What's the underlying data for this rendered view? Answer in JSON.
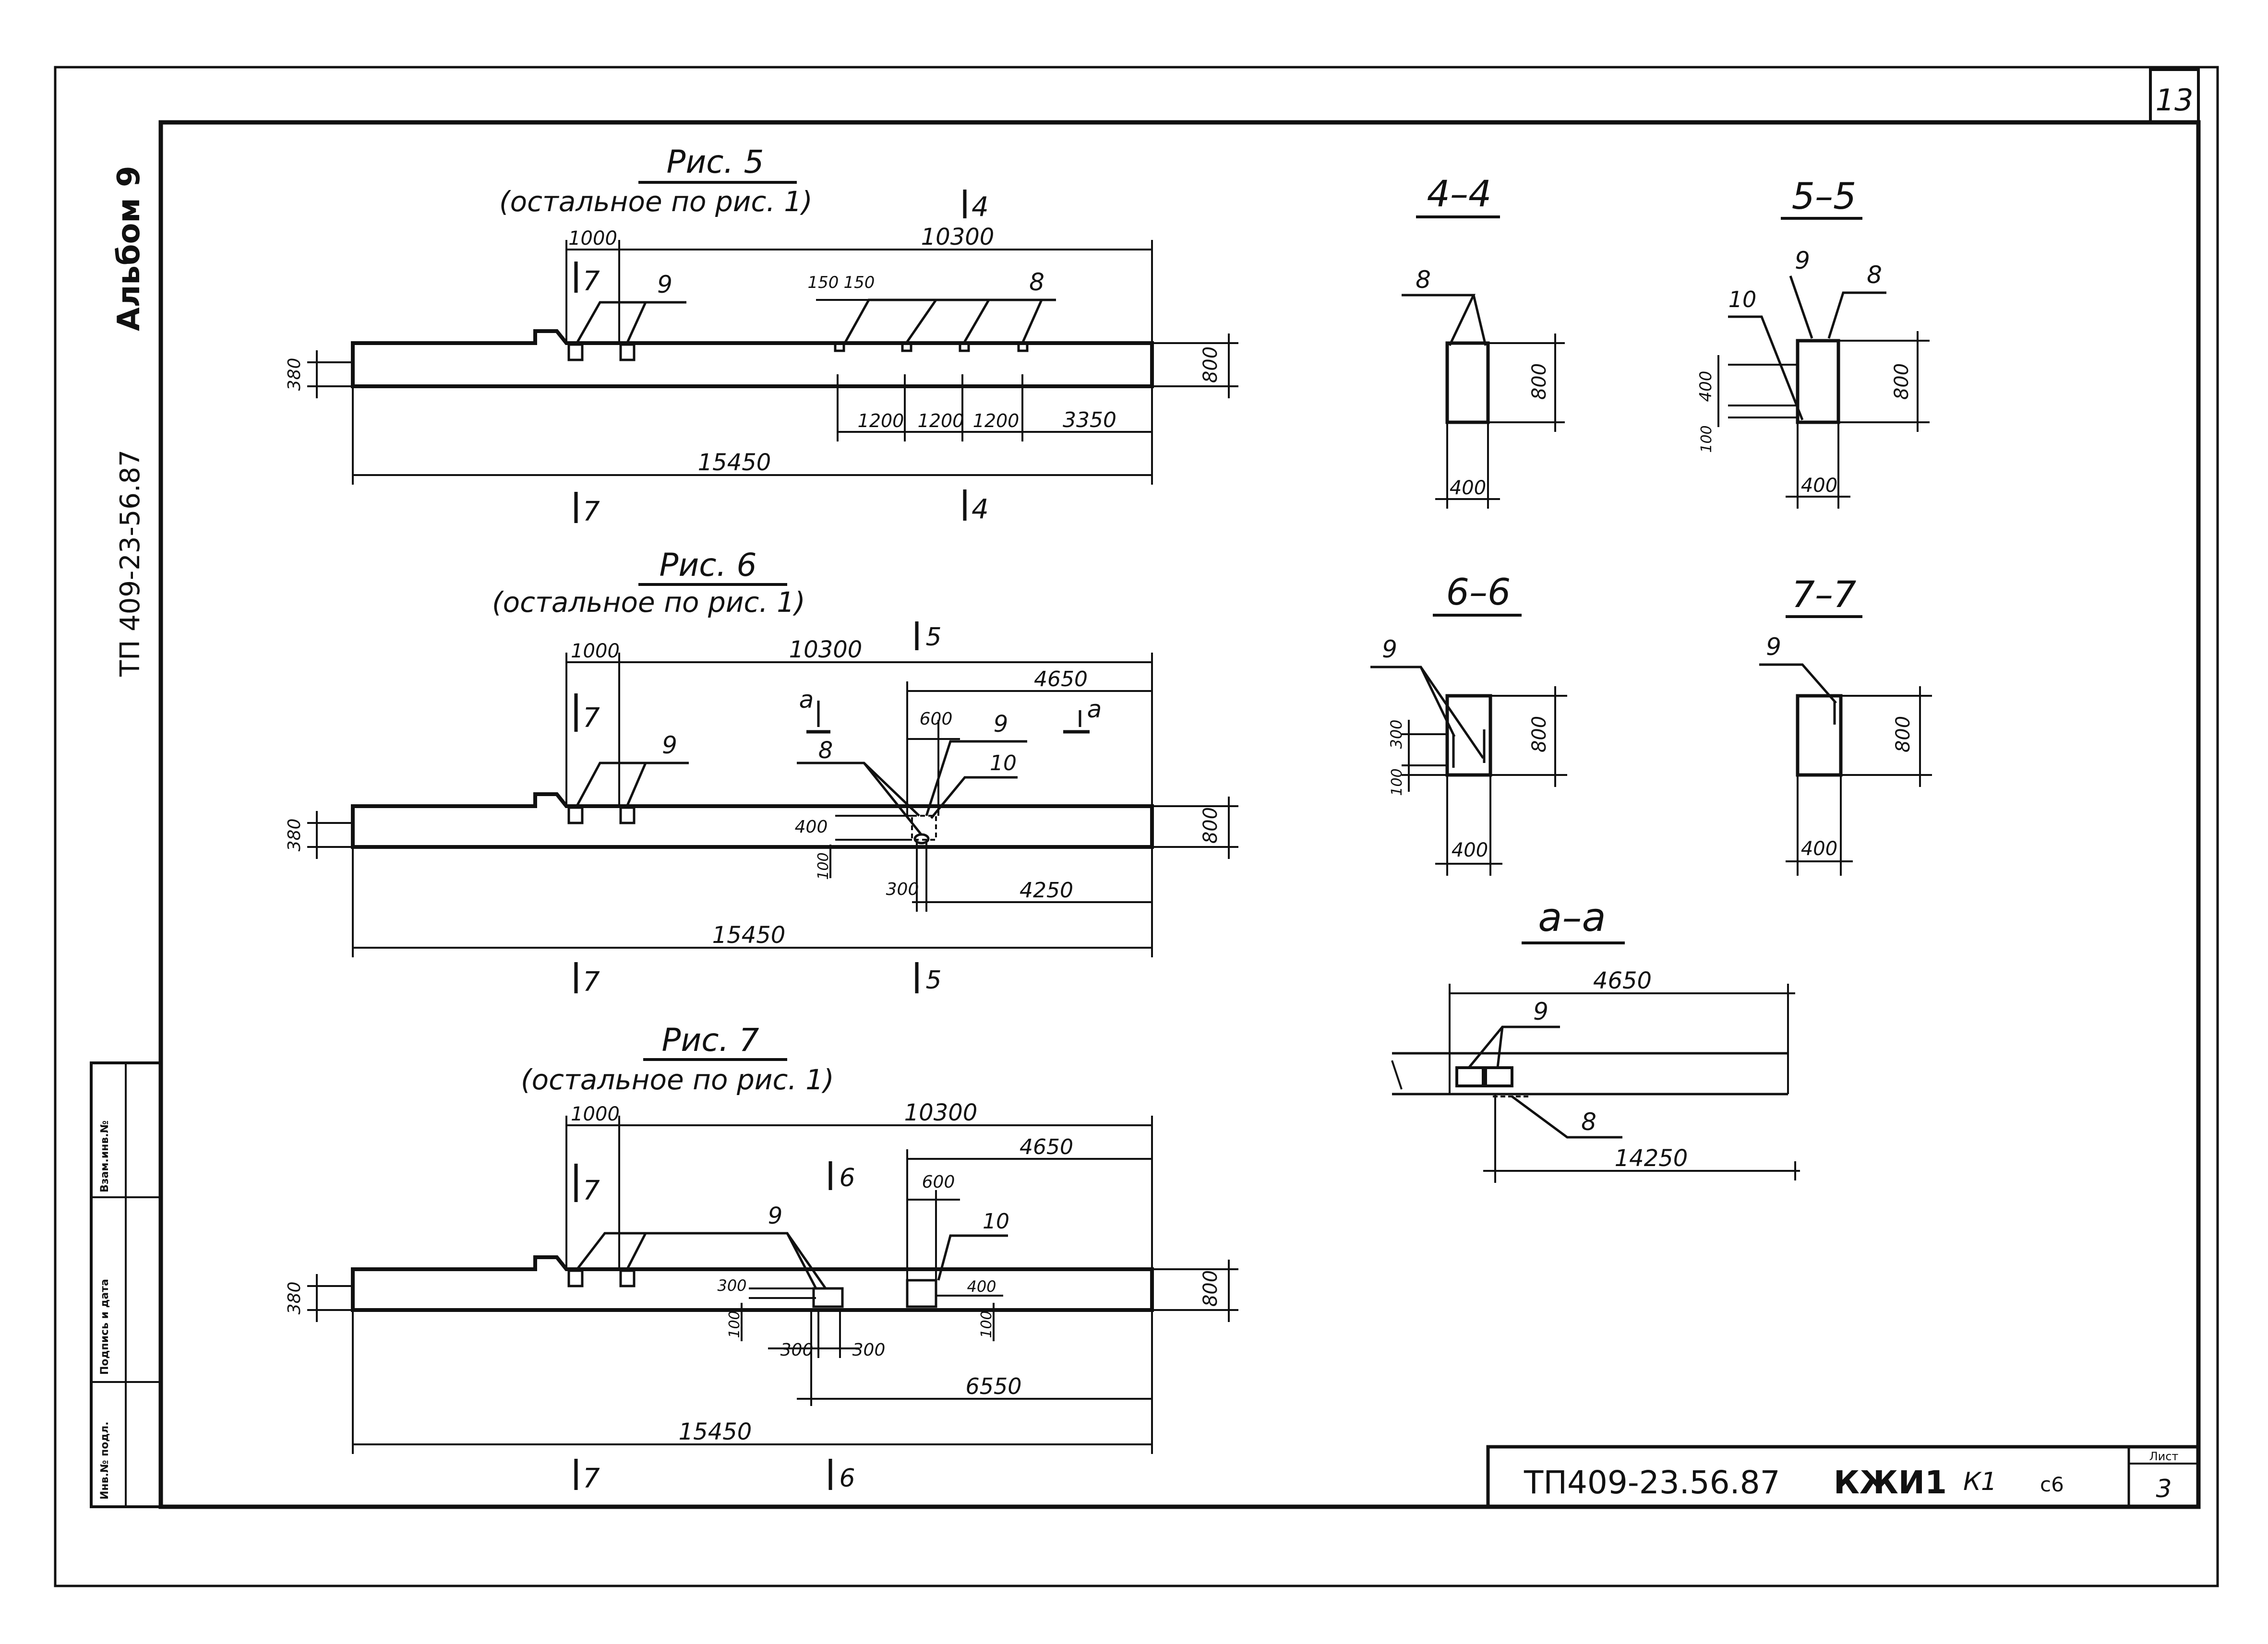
{
  "sheet": {
    "page_number": "13",
    "album": "Альбом 9",
    "side_code": "ТП 409-23-56.87",
    "stamp_cols": [
      "Инв.№ подл.",
      "Подпись и дата",
      "Взам.инв.№"
    ],
    "title_code": "ТП409-23.56.87",
    "title_mark": "КЖИ1",
    "title_k": "К1",
    "title_sheet_mark": "с6",
    "sheet_label": "Лист",
    "sheet_number": "3"
  },
  "fig5": {
    "title": "Рис. 5",
    "note": "(остальное по рис. 1)",
    "dim_top": "10300",
    "dim_left": "1000",
    "dim_150a": "150",
    "dim_150b": "150",
    "dim_1200a": "1200",
    "dim_1200b": "1200",
    "dim_1200c": "1200",
    "dim_3350": "3350",
    "dim_total": "15450",
    "dim_h_left": "380",
    "dim_h_right": "800",
    "pos_9": "9",
    "pos_8": "8",
    "sec_a": "7",
    "sec_b": "4"
  },
  "fig6": {
    "title": "Рис. 6",
    "note": "(остальное по рис. 1)",
    "dim_top": "10300",
    "dim_left": "1000",
    "dim_4650": "4650",
    "dim_600": "600",
    "dim_400": "400",
    "dim_100": "100",
    "dim_300": "300",
    "dim_4250": "4250",
    "dim_total": "15450",
    "dim_h_left": "380",
    "dim_h_right": "800",
    "pos_9a": "9",
    "pos_9b": "9",
    "pos_8": "8",
    "pos_10": "10",
    "cut_a": "а",
    "cut_a2": "а",
    "sec_a": "7",
    "sec_b": "5"
  },
  "fig7": {
    "title": "Рис. 7",
    "note": "(остальное по рис. 1)",
    "dim_top": "10300",
    "dim_left": "1000",
    "dim_4650": "4650",
    "dim_600": "600",
    "dim_300a": "300",
    "dim_300b": "300",
    "dim_300c": "300",
    "dim_100a": "100",
    "dim_100b": "100",
    "dim_400": "400",
    "dim_6550": "6550",
    "dim_total": "15450",
    "dim_h_left": "380",
    "dim_h_right": "800",
    "pos_9": "9",
    "pos_10": "10",
    "sec_a": "7",
    "sec_b": "6"
  },
  "sections": {
    "s44_title": "4–4",
    "s44_pos": "8",
    "s44_h": "800",
    "s44_w": "400",
    "s55_title": "5–5",
    "s55_pos9": "9",
    "s55_pos8": "8",
    "s55_pos10": "10",
    "s55_h": "800",
    "s55_400": "400",
    "s55_100": "100",
    "s55_w": "400",
    "s66_title": "6–6",
    "s66_pos": "9",
    "s66_h": "800",
    "s66_300": "300",
    "s66_100": "100",
    "s66_w": "400",
    "s77_title": "7–7",
    "s77_pos": "9",
    "s77_h": "800",
    "s77_w": "400",
    "aa_title": "а–а",
    "aa_dim": "4650",
    "aa_pos9": "9",
    "aa_pos8": "8",
    "aa_dim2": "14250"
  }
}
